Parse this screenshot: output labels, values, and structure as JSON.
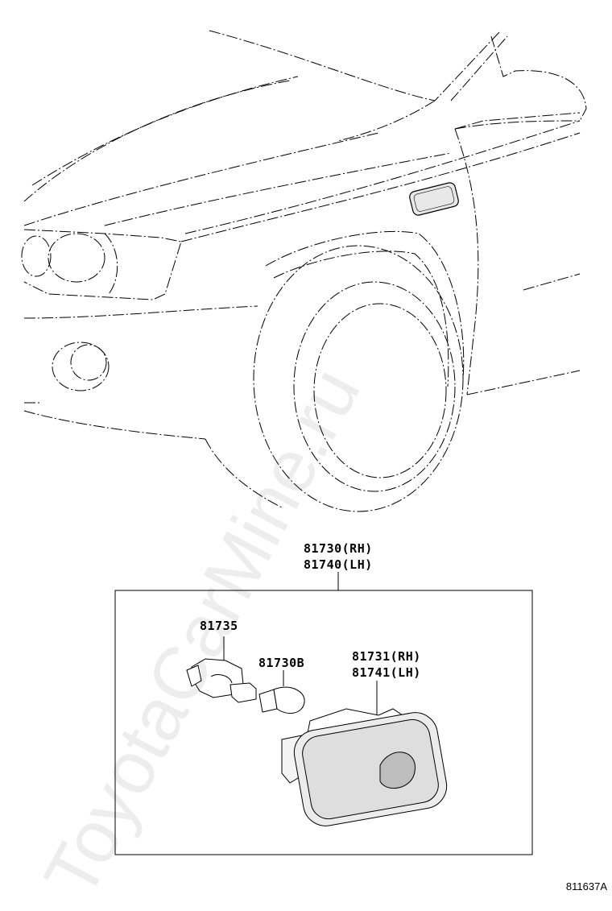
{
  "watermark": "ToyotaCarMine.ru",
  "figure_id": "811637A",
  "parts": {
    "assembly_rh": "81730(RH)",
    "assembly_lh": "81740(LH)",
    "socket": "81735",
    "bulb": "81730B",
    "lens_rh": "81731(RH)",
    "lens_lh": "81741(LH)"
  }
}
